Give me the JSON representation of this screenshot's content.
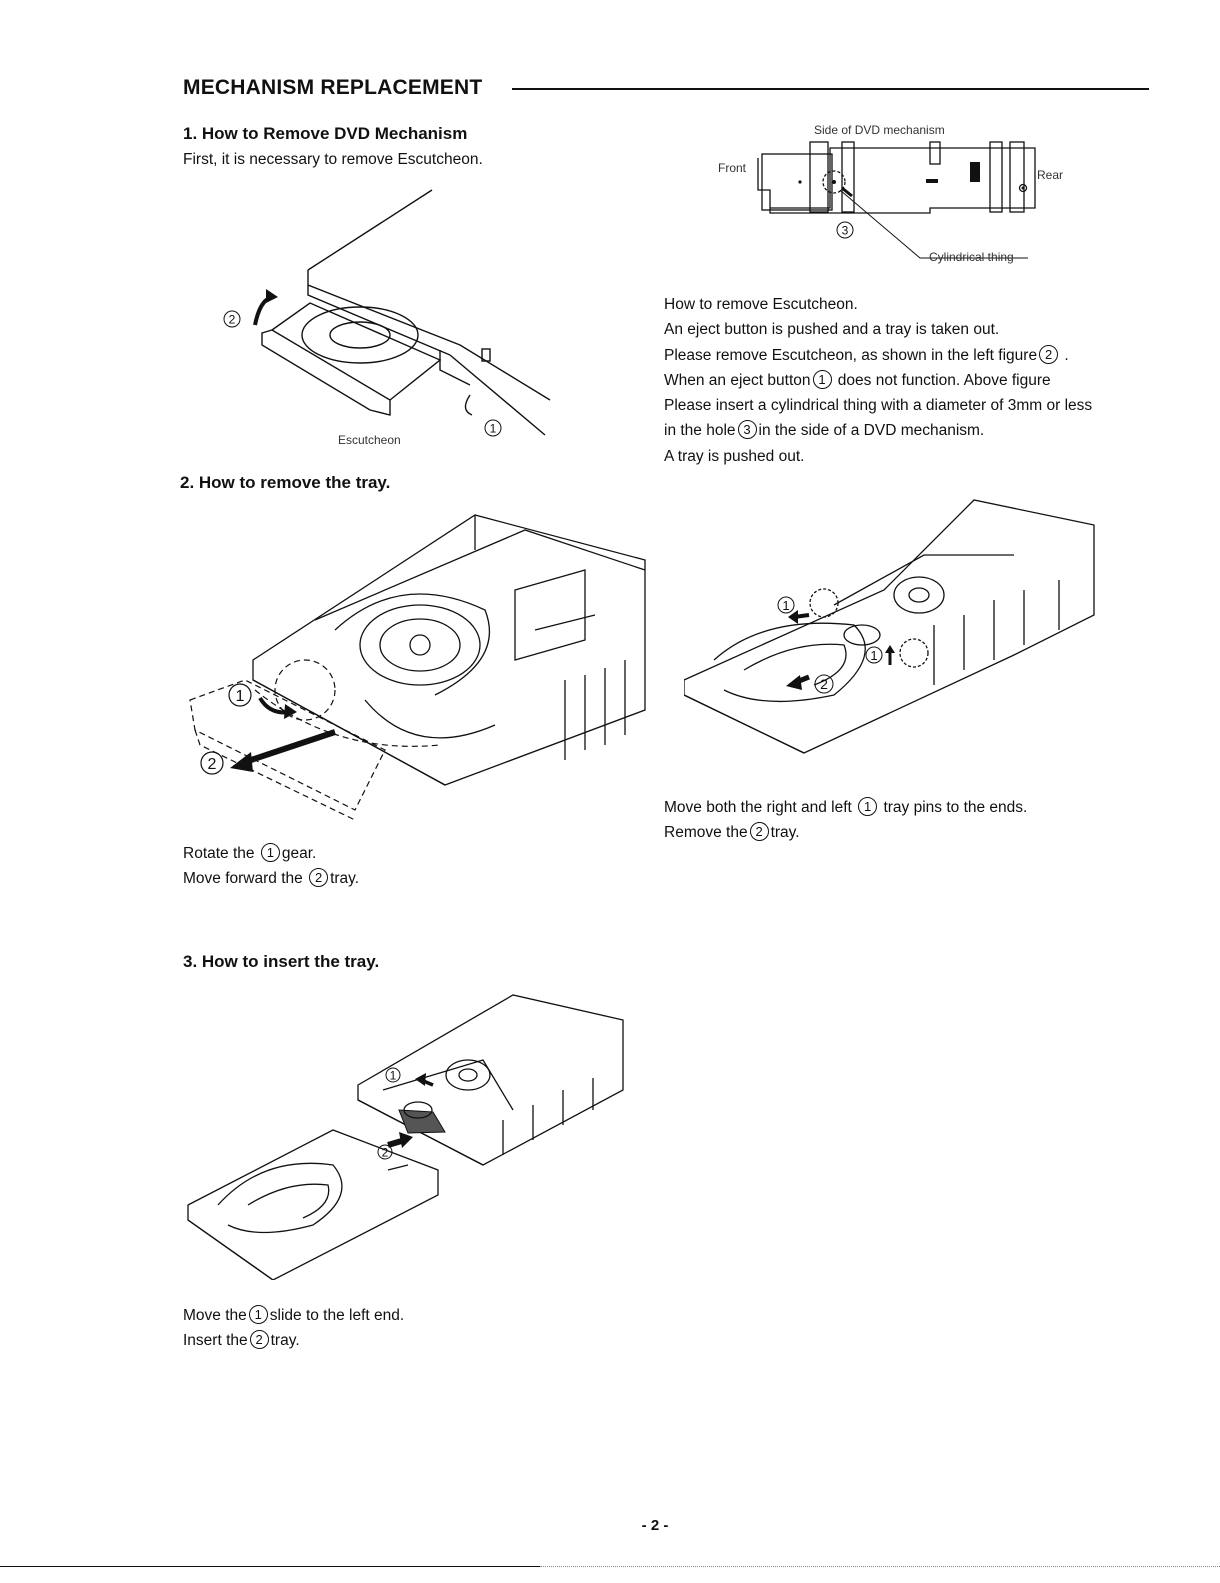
{
  "title": "MECHANISM REPLACEMENT",
  "section1": {
    "heading": "1. How to Remove DVD Mechanism",
    "intro": "First, it is necessary to remove Escutcheon.",
    "fig_left": {
      "label_escutcheon": "Escutcheon",
      "marker_1": "1",
      "marker_2": "2"
    },
    "fig_right": {
      "label_side": "Side of DVD mechanism",
      "label_front": "Front",
      "label_rear": "Rear",
      "label_cyl": "Cylindrical thing",
      "marker_3": "3"
    },
    "text": {
      "l1": "How to remove Escutcheon.",
      "l2": "An eject button is pushed and a tray is taken out.",
      "l3a": "Please remove Escutcheon, as shown in the left figure",
      "l3n": "2",
      "l3b": " .",
      "l4a": "When an eject button",
      "l4n": "1",
      "l4b": " does not function. Above figure",
      "l5": "Please insert a cylindrical thing with a diameter of 3mm or less",
      "l6a": "in the hole",
      "l6n": "3",
      "l6b": "in the side of a DVD mechanism.",
      "l7": " A tray is pushed out."
    }
  },
  "section2": {
    "heading": "2. How to remove the tray.",
    "fig_left": {
      "marker_1": "1",
      "marker_2": "2"
    },
    "fig_right": {
      "marker_1a": "1",
      "marker_1b": "1",
      "marker_2": "2"
    },
    "left_text": {
      "l1a": "Rotate the ",
      "l1n": "1",
      "l1b": "gear.",
      "l2a": "Move forward the ",
      "l2n": "2",
      "l2b": "tray."
    },
    "right_text": {
      "l1a": "Move both the right and left ",
      "l1n": "1",
      "l1b": " tray pins to the ends.",
      "l2a": "Remove the",
      "l2n": "2",
      "l2b": "tray."
    }
  },
  "section3": {
    "heading": "3. How to insert the tray.",
    "fig": {
      "marker_1": "1",
      "marker_2": "2"
    },
    "text": {
      "l1a": "Move the",
      "l1n": "1",
      "l1b": "slide to the left end.",
      "l2a": "Insert the",
      "l2n": "2",
      "l2b": "tray."
    }
  },
  "page_number": "- 2 -"
}
